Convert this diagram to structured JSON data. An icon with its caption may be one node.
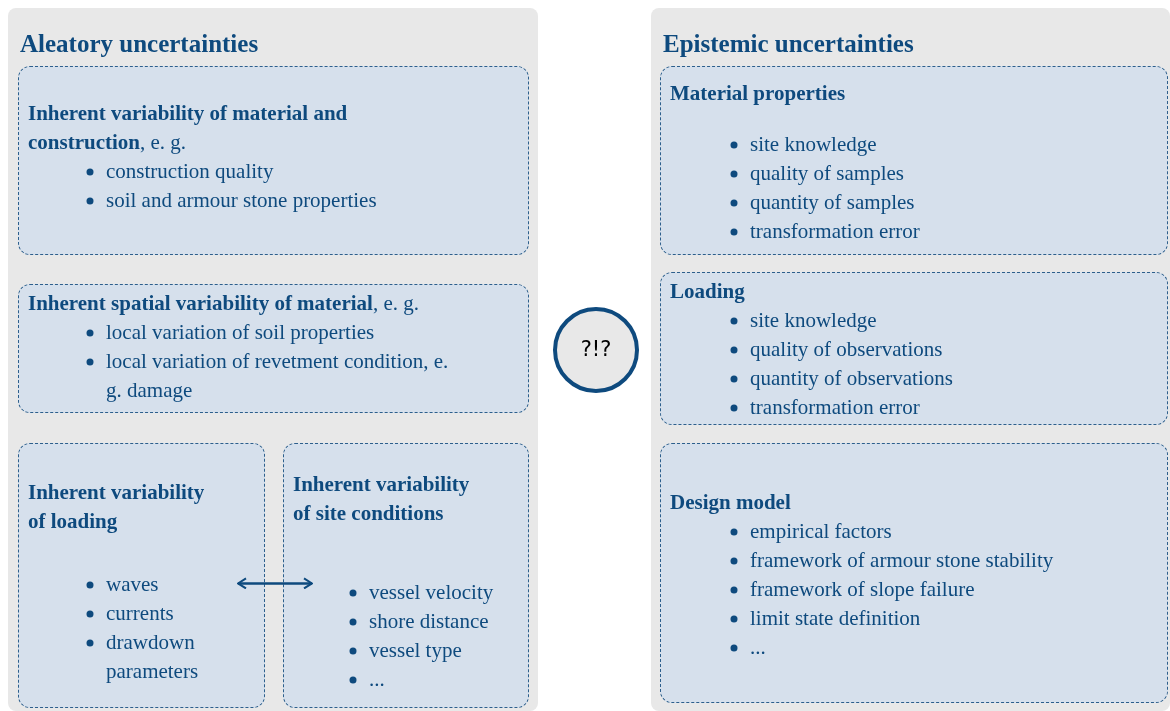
{
  "diagram": {
    "nodes": [
      {
        "text": [
          "Aleatory uncertainties"
        ]
      },
      {
        "text": [
          "**Inherent variability of material and construction**, e. g.",
          "construction quality",
          "soil and armour stone properties"
        ],
        "in": 0
      },
      {
        "text": [
          "**Inherent spatial variability of material**, e. g.",
          "local variation of soil properties",
          "local variation of revetment condition, e. g. damage"
        ],
        "in": 0
      },
      {
        "text": [
          "Inherent variability of loading",
          "waves",
          "currents",
          "drawdown parameters"
        ],
        "in": 0
      },
      {
        "text": [
          "Inherent variability of site conditions",
          "vessel velocity",
          "shore distance",
          "vessel type",
          "..."
        ],
        "in": 0
      },
      {
        "text": [
          "?!?"
        ]
      },
      {
        "text": [
          "Epistemic uncertainties"
        ]
      },
      {
        "text": [
          "Material properties",
          "site knowledge",
          "quality of samples",
          "quantity of samples",
          "transformation error"
        ],
        "in": 6
      },
      {
        "text": [
          "Loading",
          "site knowledge",
          "quality of observations",
          "quantity of observations",
          "transformation error"
        ],
        "in": 6
      },
      {
        "text": [
          "Design model",
          "empirical factors",
          "framework of armour stone stability",
          "framework of slope failure",
          "limit state definition",
          "..."
        ],
        "in": 6
      }
    ],
    "edges": [
      {
        "from": 3,
        "to": 4,
        "arrow": "both"
      }
    ]
  }
}
